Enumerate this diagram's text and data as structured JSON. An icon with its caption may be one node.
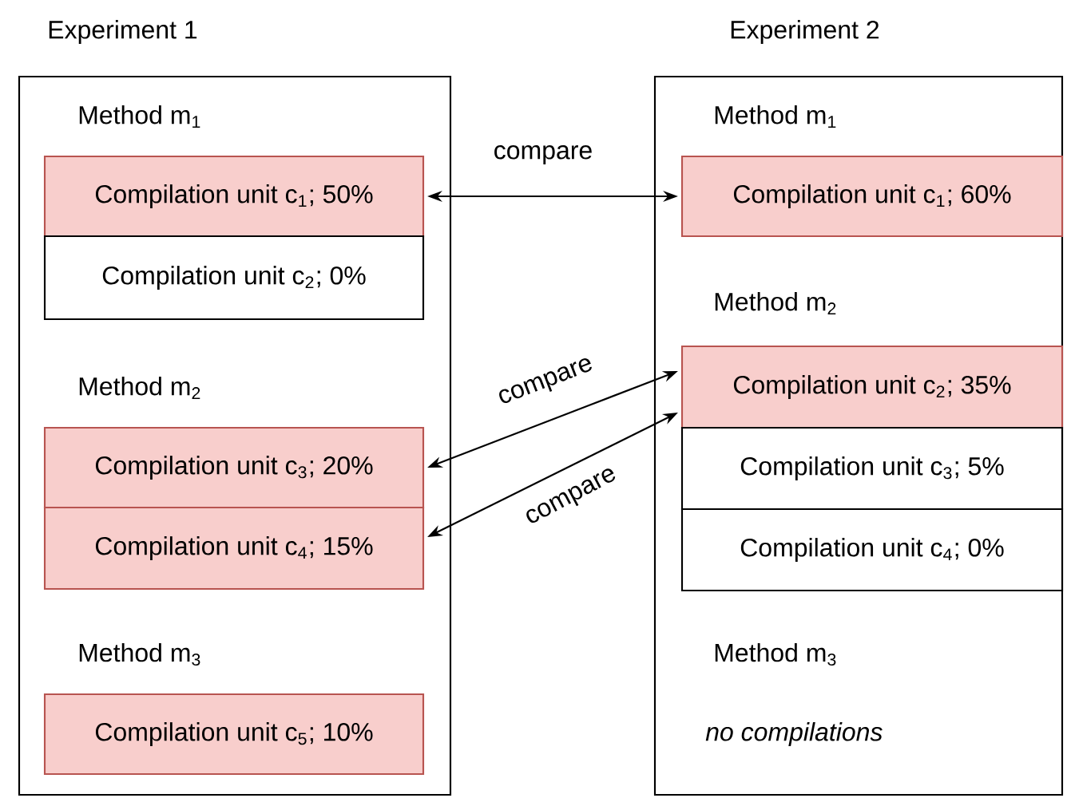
{
  "diagram": {
    "nodes": [
      {
        "text": [
          "Experiment 1"
        ]
      },
      {
        "text": [
          "Compilation unit c$_{1}$; 50%"
        ],
        "in": 0
      },
      {
        "text": [
          "Compilation unit c$_{2}$; 0%"
        ],
        "in": 0
      },
      {
        "text": [
          "Compilation unit c$_{3}$; 20%"
        ],
        "in": 0
      },
      {
        "text": [
          "Compilation unit c$_{4}$; 15%"
        ],
        "in": 0
      },
      {
        "text": [
          "Compilation unit c$_{5}$; 10%"
        ],
        "in": 0
      },
      {
        "text": [
          "Experiment 2"
        ]
      },
      {
        "text": [
          "Compilation unit c$_{1}$; 60%"
        ],
        "in": 6
      },
      {
        "text": [
          "Compilation unit c$_{2}$; 35%"
        ],
        "in": 6
      },
      {
        "text": [
          "Compilation unit c$_{3}$; 5%"
        ],
        "in": 6
      },
      {
        "text": [
          "Compilation unit c$_{4}$; 0%"
        ],
        "in": 6
      }
    ],
    "edges": [
      {
        "from": 1,
        "to": 7,
        "arrow": "both",
        "label": "compare"
      },
      {
        "from": 3,
        "to": 8,
        "arrow": "both",
        "label": "compare"
      },
      {
        "from": 4,
        "to": 8,
        "arrow": "both",
        "label": "compare"
      }
    ],
    "labels": [
      "Method m$_{1}$",
      "Method m$_{1}$",
      "Method m$_{2}$",
      "Method m$_{2}$",
      "Method m$_{3}$",
      "Method m$_{3}$",
      "no compilations"
    ]
  }
}
